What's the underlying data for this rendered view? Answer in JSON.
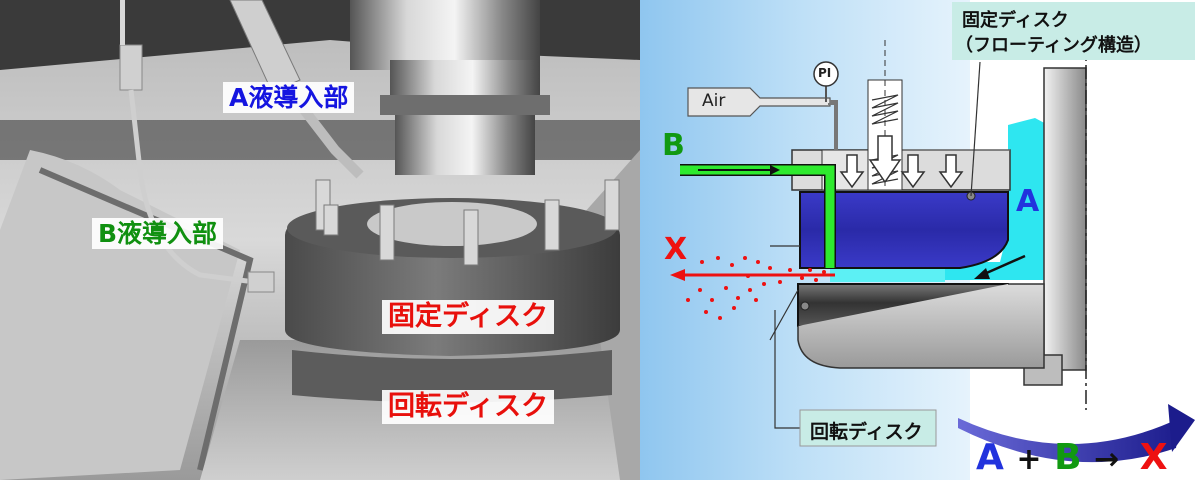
{
  "left_photo": {
    "label_a": "A液導入部",
    "label_b": "B液導入部",
    "label_fixed_disk": "固定ディスク",
    "label_rotating_disk": "回転ディスク",
    "colors": {
      "label_a": "#1515e0",
      "label_b": "#109010",
      "label_fixed": "#e8100c",
      "label_rot": "#e8100c"
    }
  },
  "right_diagram": {
    "fixed_disk_label_line1": "固定ディスク",
    "fixed_disk_label_line2": "（フローティング構造）",
    "air_label": "Air",
    "pi_label": "PI",
    "input_b": "B",
    "input_a": "A",
    "output_x": "X",
    "rotating_disk_label": "回転ディスク",
    "equation": {
      "a": "A",
      "plus": "+",
      "b": "B",
      "arrow": "→",
      "x": "X"
    },
    "colors": {
      "a": "#2233dd",
      "b": "#119911",
      "x": "#ee1111",
      "disk": "#3333bb",
      "liquid_b": "#22dd22",
      "background": "#a9d3f2"
    }
  }
}
